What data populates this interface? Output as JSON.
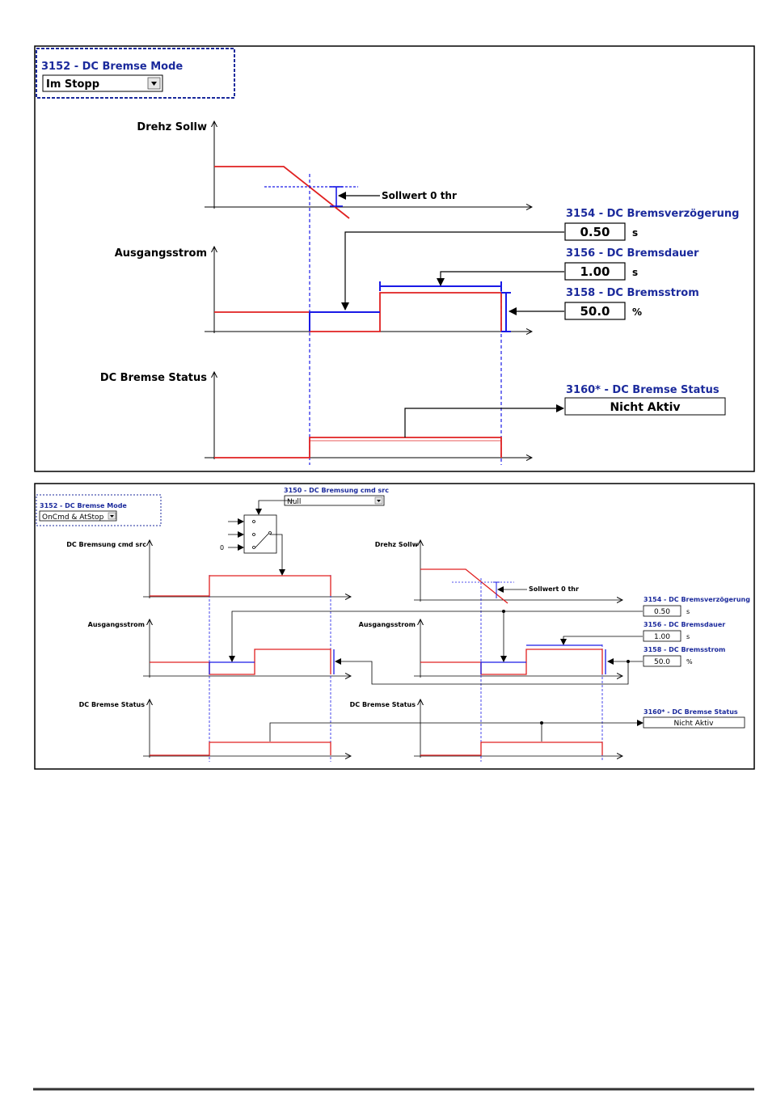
{
  "panel1": {
    "mode": {
      "label": "3152 - DC Bremse Mode",
      "value": "Im Stopp"
    },
    "axes": {
      "speed": "Drehz Sollw",
      "current": "Ausgangsstrom",
      "status": "DC Bremse Status"
    },
    "threshold_label": "Sollwert 0 thr",
    "params": [
      {
        "label": "3154 - DC Bremsverzögerung",
        "value": "0.50",
        "unit": "s"
      },
      {
        "label": "3156 - DC Bremsdauer",
        "value": "1.00",
        "unit": "s"
      },
      {
        "label": "3158 - DC Bremsstrom",
        "value": "50.0",
        "unit": "%"
      }
    ],
    "status_param": {
      "label": "3160* - DC Bremse Status",
      "value": "Nicht Aktiv"
    }
  },
  "panel2": {
    "mode": {
      "label": "3152 - DC Bremse Mode",
      "value": "OnCmd & AtStop"
    },
    "cmd_src": {
      "label": "3150 - DC Bremsung cmd src",
      "value": "Null"
    },
    "switch_zero": "0",
    "axes": {
      "cmd": "DC Bremsung cmd src",
      "speed": "Drehz Sollw",
      "current_left": "Ausgangsstrom",
      "current_right": "Ausgangsstrom",
      "status_left": "DC Bremse Status",
      "status_right": "DC Bremse Status"
    },
    "threshold_label": "Sollwert 0 thr",
    "params": [
      {
        "label": "3154 - DC Bremsverzögerung",
        "value": "0.50",
        "unit": "s"
      },
      {
        "label": "3156 - DC Bremsdauer",
        "value": "1.00",
        "unit": "s"
      },
      {
        "label": "3158 - DC Bremsstrom",
        "value": "50.0",
        "unit": "%"
      }
    ],
    "status_param": {
      "label": "3160* - DC Bremse Status",
      "value": "Nicht Aktiv"
    }
  },
  "colors": {
    "signal": "#e02020",
    "brake": "#1a1ae6",
    "label_blue": "#1b2a9c"
  }
}
